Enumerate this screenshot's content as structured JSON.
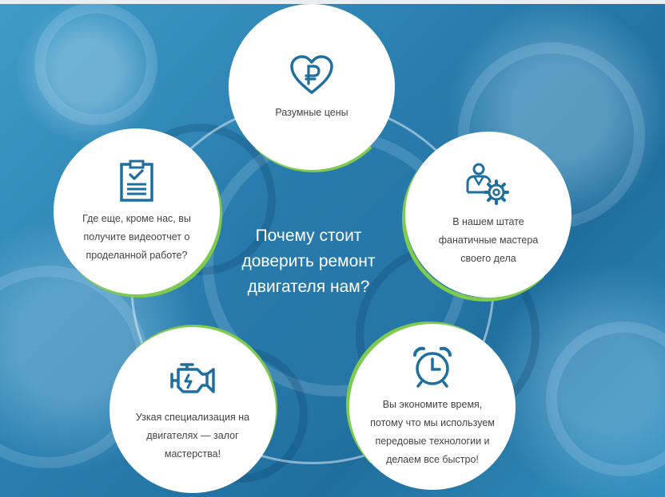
{
  "headline": {
    "line1": "Почему стоит",
    "line2": "доверить ремонт",
    "line3": "двигателя нам?"
  },
  "features": [
    {
      "icon": "heart-ruble-icon",
      "lines": [
        "Разумные цены"
      ]
    },
    {
      "icon": "user-gear-icon",
      "lines": [
        "В нашем штате",
        "фанатичные мастера",
        "своего дела"
      ]
    },
    {
      "icon": "alarm-clock-icon",
      "lines": [
        "Вы экономите время,",
        "потому что мы используем",
        "передовые технологии и",
        "делаем все быстро!"
      ]
    },
    {
      "icon": "engine-icon",
      "lines": [
        "Узкая специализация на",
        "двигателях — залог",
        "мастерства!"
      ]
    },
    {
      "icon": "clipboard-check-icon",
      "lines": [
        "Где еще, кроме нас, вы",
        "получите видеоотчет о",
        "проделанной работе?"
      ]
    }
  ],
  "colors": {
    "icon": "#1e6f9f",
    "accent": "#7fcb4e",
    "background": "#2f86b3",
    "text": "#444444"
  }
}
